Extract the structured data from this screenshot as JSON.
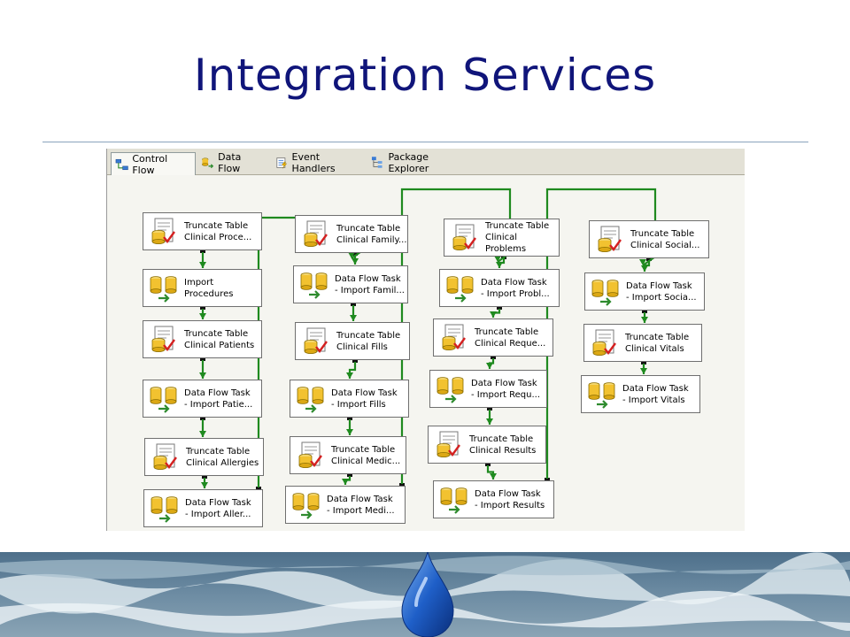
{
  "slide": {
    "title": "Integration Services"
  },
  "tabs": [
    {
      "label": "Control Flow",
      "icon": "control-flow-icon",
      "active": true
    },
    {
      "label": "Data Flow",
      "icon": "data-flow-icon",
      "active": false
    },
    {
      "label": "Event Handlers",
      "icon": "event-handlers-icon",
      "active": false
    },
    {
      "label": "Package Explorer",
      "icon": "package-explorer-icon",
      "active": false
    }
  ],
  "columns": [
    [
      {
        "type": "truncate",
        "label": "Truncate Table\nClinical Proce..."
      },
      {
        "type": "dataflow",
        "label": "Import\nProcedures"
      },
      {
        "type": "truncate",
        "label": "Truncate Table\nClinical Patients"
      },
      {
        "type": "dataflow",
        "label": "Data Flow Task\n- Import Patie..."
      },
      {
        "type": "truncate",
        "label": "Truncate Table\nClinical Allergies"
      },
      {
        "type": "dataflow",
        "label": "Data Flow Task\n- Import Aller..."
      }
    ],
    [
      {
        "type": "truncate",
        "label": "Truncate Table\nClinical Family..."
      },
      {
        "type": "dataflow",
        "label": "Data Flow Task\n- Import Famil..."
      },
      {
        "type": "truncate",
        "label": "Truncate Table\nClinical Fills"
      },
      {
        "type": "dataflow",
        "label": "Data Flow Task\n- Import Fills"
      },
      {
        "type": "truncate",
        "label": "Truncate Table\nClinical Medic..."
      },
      {
        "type": "dataflow",
        "label": "Data Flow Task\n- Import Medi..."
      }
    ],
    [
      {
        "type": "truncate",
        "label": "Truncate Table\nClinical Problems"
      },
      {
        "type": "dataflow",
        "label": "Data Flow Task\n- Import Probl..."
      },
      {
        "type": "truncate",
        "label": "Truncate Table\nClinical Reque..."
      },
      {
        "type": "dataflow",
        "label": "Data Flow Task\n- Import Requ..."
      },
      {
        "type": "truncate",
        "label": "Truncate Table\nClinical Results"
      },
      {
        "type": "dataflow",
        "label": "Data Flow Task\n- Import Results"
      }
    ],
    [
      {
        "type": "truncate",
        "label": "Truncate Table\nClinical Social..."
      },
      {
        "type": "dataflow",
        "label": "Data Flow Task\n- Import Socia..."
      },
      {
        "type": "truncate",
        "label": "Truncate Table\nClinical Vitals"
      },
      {
        "type": "dataflow",
        "label": "Data Flow Task\n- Import Vitals"
      }
    ]
  ],
  "colors": {
    "title": "#10157a",
    "connector": "#1f8a1f",
    "rule": "#8aa3bd"
  },
  "footer": {
    "image": "ocean-waves-with-water-drop-logo"
  }
}
